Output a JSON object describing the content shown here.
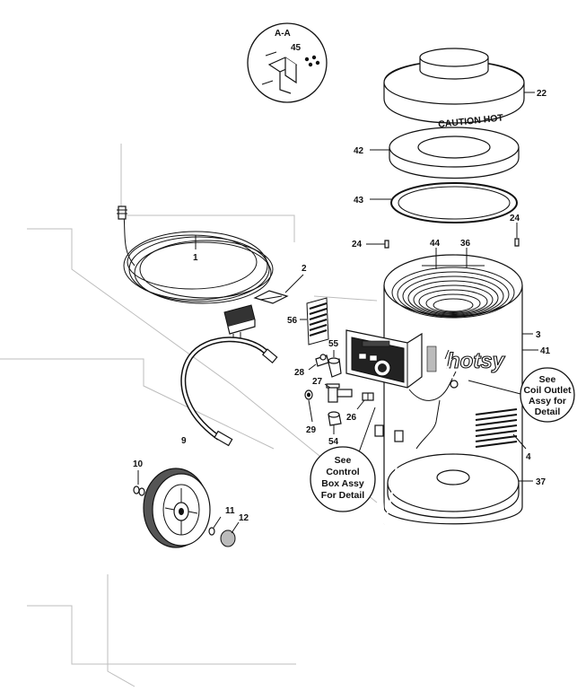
{
  "section_label": "A-A",
  "caution_text": "CAUTION HOT",
  "brand_text": "hotsy",
  "callouts": {
    "c1": "1",
    "c2": "2",
    "c3": "3",
    "c4": "4",
    "c9": "9",
    "c10": "10",
    "c11": "11",
    "c12": "12",
    "c22": "22",
    "c24a": "24",
    "c24b": "24",
    "c26": "26",
    "c27": "27",
    "c28": "28",
    "c29": "29",
    "c36": "36",
    "c37": "37",
    "c41": "41",
    "c42": "42",
    "c43": "43",
    "c44": "44",
    "c45": "45",
    "c54": "54",
    "c55": "55",
    "c56": "56"
  },
  "notes": {
    "coil_outlet": [
      "See",
      "Coil Outlet",
      "Assy for",
      "Detail"
    ],
    "control_box": [
      "See",
      "Control",
      "Box Assy",
      "For Detail"
    ]
  }
}
